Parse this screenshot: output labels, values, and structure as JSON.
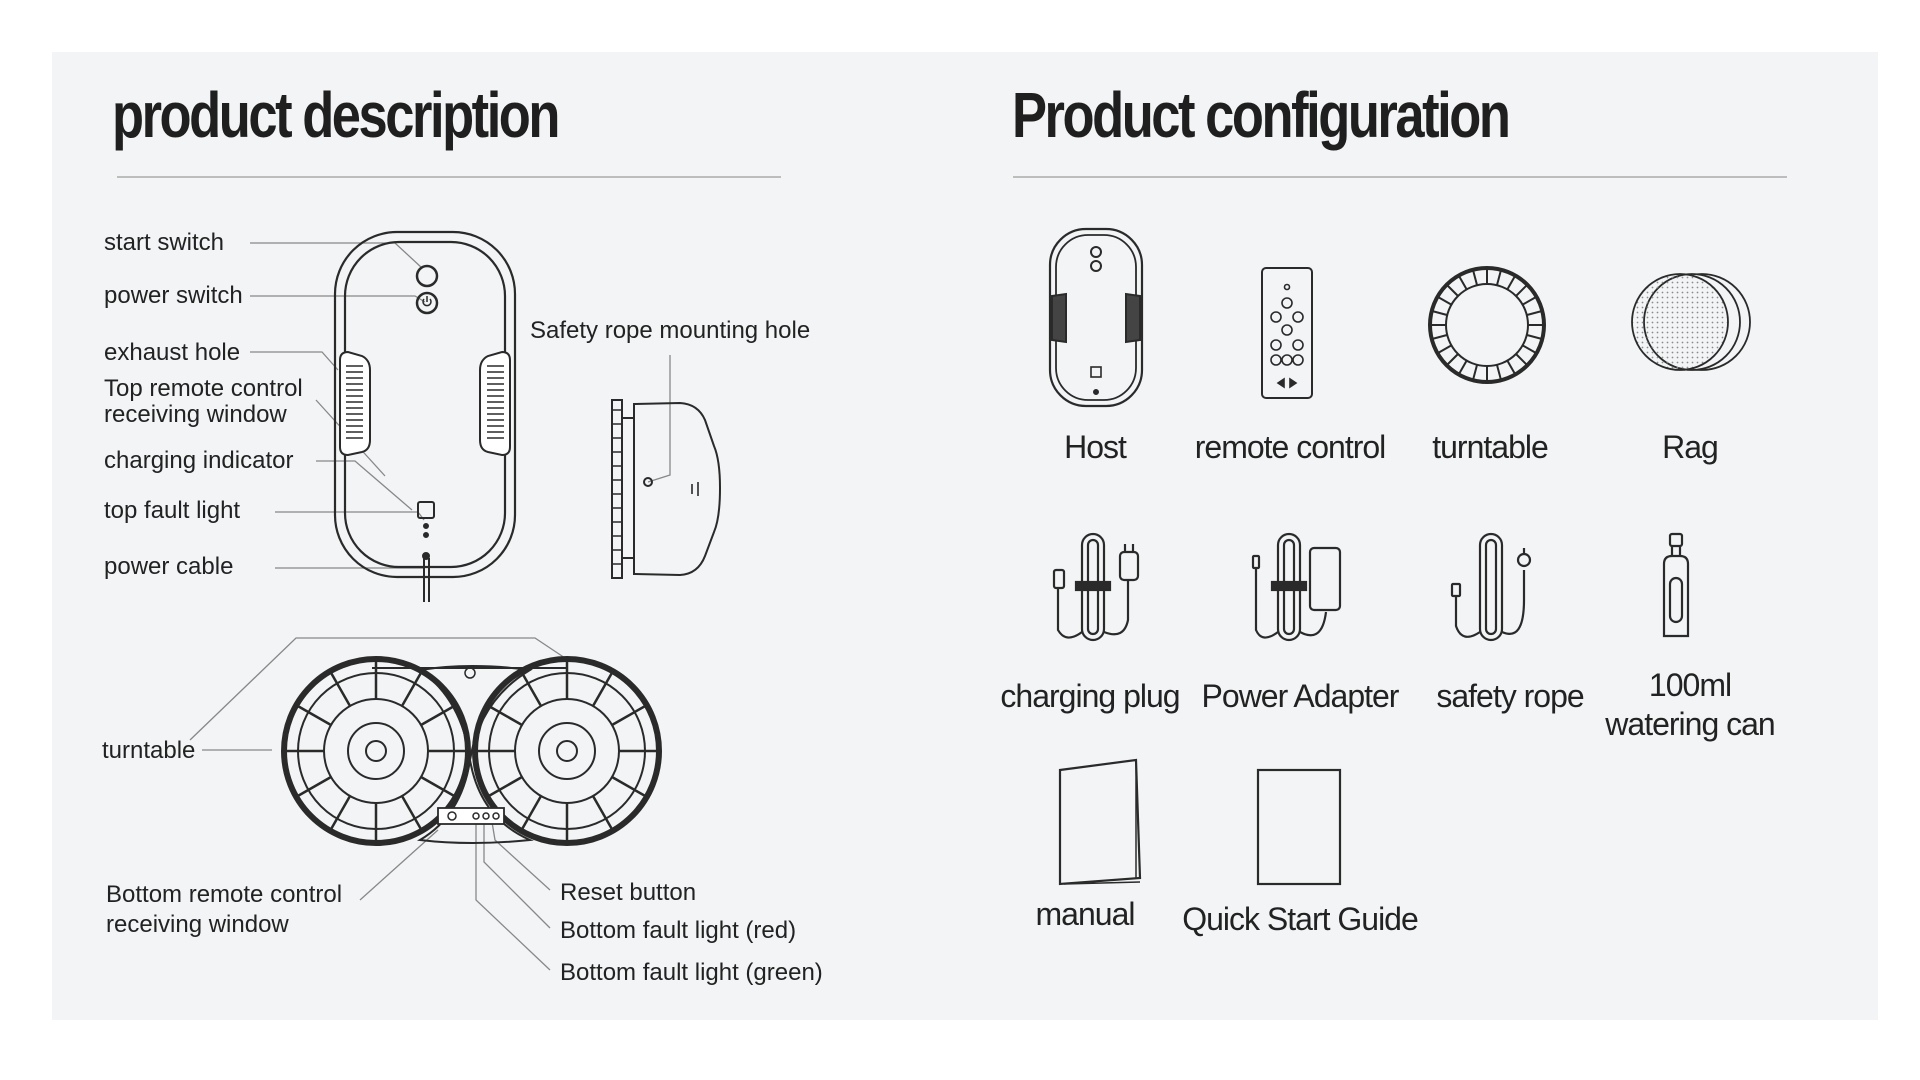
{
  "left": {
    "title": "product description",
    "labels": {
      "start_switch": "start switch",
      "power_switch": "power switch",
      "exhaust_hole": "exhaust hole",
      "top_remote_1": "Top remote control",
      "top_remote_2": "receiving window",
      "charging_indicator": "charging indicator",
      "top_fault_light": "top fault light",
      "power_cable": "power cable",
      "safety_rope_hole": "Safety rope mounting hole",
      "turntable": "turntable",
      "bottom_remote_1": "Bottom remote control",
      "bottom_remote_2": "receiving window",
      "reset_button": "Reset button",
      "bottom_fault_red": "Bottom fault light (red)",
      "bottom_fault_green": "Bottom fault light (green)"
    }
  },
  "right": {
    "title": "Product configuration",
    "items": {
      "host": "Host",
      "remote_control": "remote control",
      "turntable": "turntable",
      "rag": "Rag",
      "charging_plug": "charging plug",
      "power_adapter": "Power Adapter",
      "safety_rope": "safety rope",
      "watering_can_1": "100ml",
      "watering_can_2": "watering can",
      "manual": "manual",
      "quick_start": "Quick Start Guide"
    }
  }
}
